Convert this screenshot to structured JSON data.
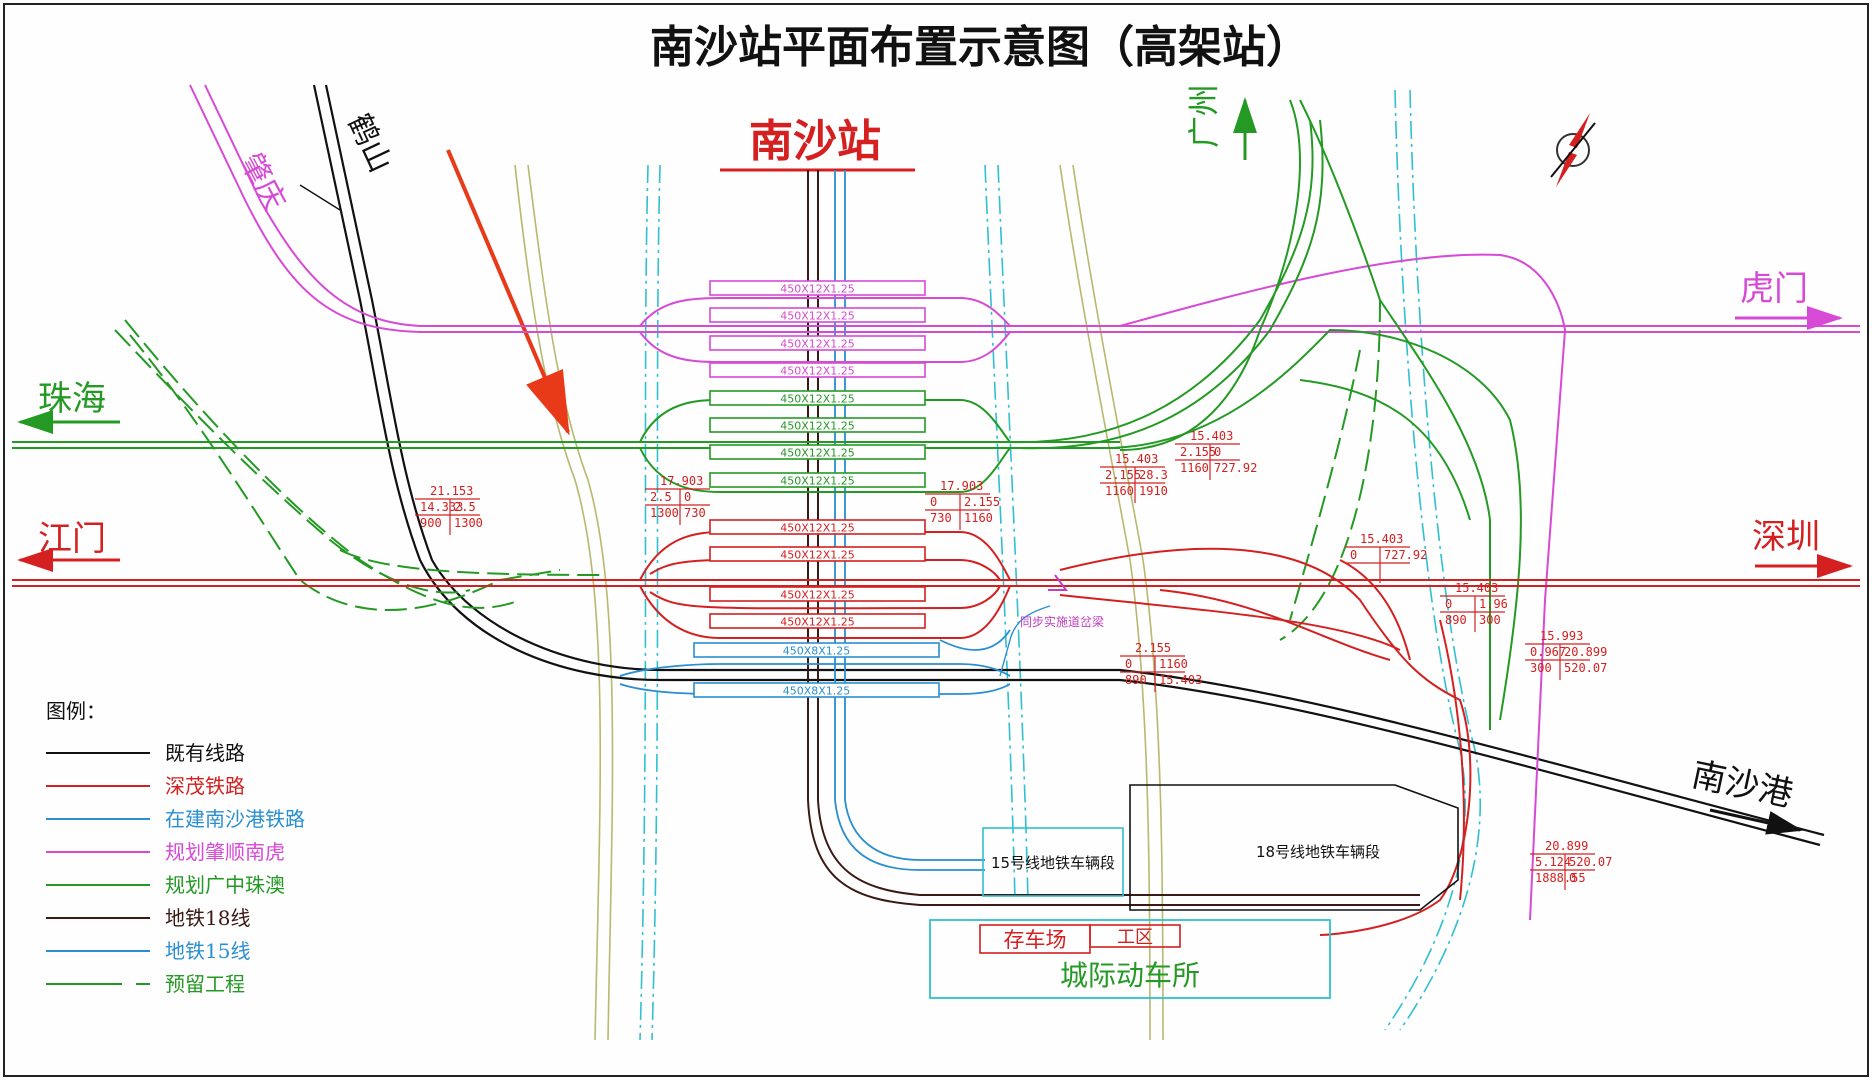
{
  "title": "南沙站平面布置示意图（高架站）",
  "station_name": "南沙站",
  "directions": {
    "zhaoqing": "肇庆",
    "heshan": "鹤山",
    "guangzhou": "广州",
    "humen": "虎门",
    "zhuhai": "珠海",
    "jiangmen": "江门",
    "shenzhen": "深圳",
    "nanshagang": "南沙港"
  },
  "platforms": {
    "magenta": [
      "450X12X1.25",
      "450X12X1.25",
      "450X12X1.25",
      "450X12X1.25"
    ],
    "green": [
      "450X12X1.25",
      "450X12X1.25",
      "450X12X1.25",
      "450X12X1.25"
    ],
    "red": [
      "450X12X1.25",
      "450X12X1.25",
      "450X12X1.25",
      "450X12X1.25"
    ],
    "blue": [
      "450X8X1.25",
      "450X8X1.25"
    ]
  },
  "depots": {
    "line15": "15号线地铁车辆段",
    "line18": "18号线地铁车辆段",
    "storage": "存车场",
    "workshop": "工区",
    "emu": "城际动车所"
  },
  "notes": {
    "bridge": "同步实施道岔梁"
  },
  "dims": {
    "d1": [
      "21.153",
      "14.333",
      "2.5",
      "900",
      "1300"
    ],
    "d2": [
      "17.903",
      "2.5",
      "0",
      "1300",
      "730"
    ],
    "d3": [
      "17.903",
      "0",
      "2.155",
      "730",
      "1160"
    ],
    "d4": [
      "15.403",
      "2.155",
      "28.3",
      "1160",
      "1910"
    ],
    "d5": [
      "15.403",
      "2.155",
      "0",
      "1160",
      "727.92"
    ],
    "d6": [
      "15.403",
      "0",
      "727.92"
    ],
    "d7": [
      "15.403",
      "0",
      "1.96",
      "890",
      "300"
    ],
    "d8": [
      "2.155",
      "0",
      "1160",
      "890",
      "15.403"
    ],
    "d9": [
      "15.993",
      "0.967",
      "20.899",
      "300",
      "520.07"
    ],
    "d10": [
      "20.899",
      "5.124",
      "520.07",
      "1888.55",
      "0"
    ]
  },
  "legend": {
    "title": "图例：",
    "items": [
      {
        "label": "既有线路",
        "color": "#111111",
        "dash": false
      },
      {
        "label": "深茂铁路",
        "color": "#d42020",
        "dash": false
      },
      {
        "label": "在建南沙港铁路",
        "color": "#2a8fd0",
        "dash": false
      },
      {
        "label": "规划肇顺南虎",
        "color": "#d64ad6",
        "dash": false
      },
      {
        "label": "规划广中珠澳",
        "color": "#249a24",
        "dash": false
      },
      {
        "label": "地铁18线",
        "color": "#3a1a14",
        "dash": false
      },
      {
        "label": "地铁15线",
        "color": "#2a8fd0",
        "dash": false
      },
      {
        "label": "预留工程",
        "color": "#249a24",
        "dash": true
      }
    ]
  },
  "colors": {
    "existing": "#111111",
    "shenmao": "#d42020",
    "nanshagang": "#2a8fd0",
    "zhaoshun": "#d64ad6",
    "guangzhongzhu": "#249a24",
    "metro18": "#3a1a14",
    "metro15": "#2a8fd0",
    "olive": "#b8b870",
    "cyan": "#30c0d0"
  }
}
